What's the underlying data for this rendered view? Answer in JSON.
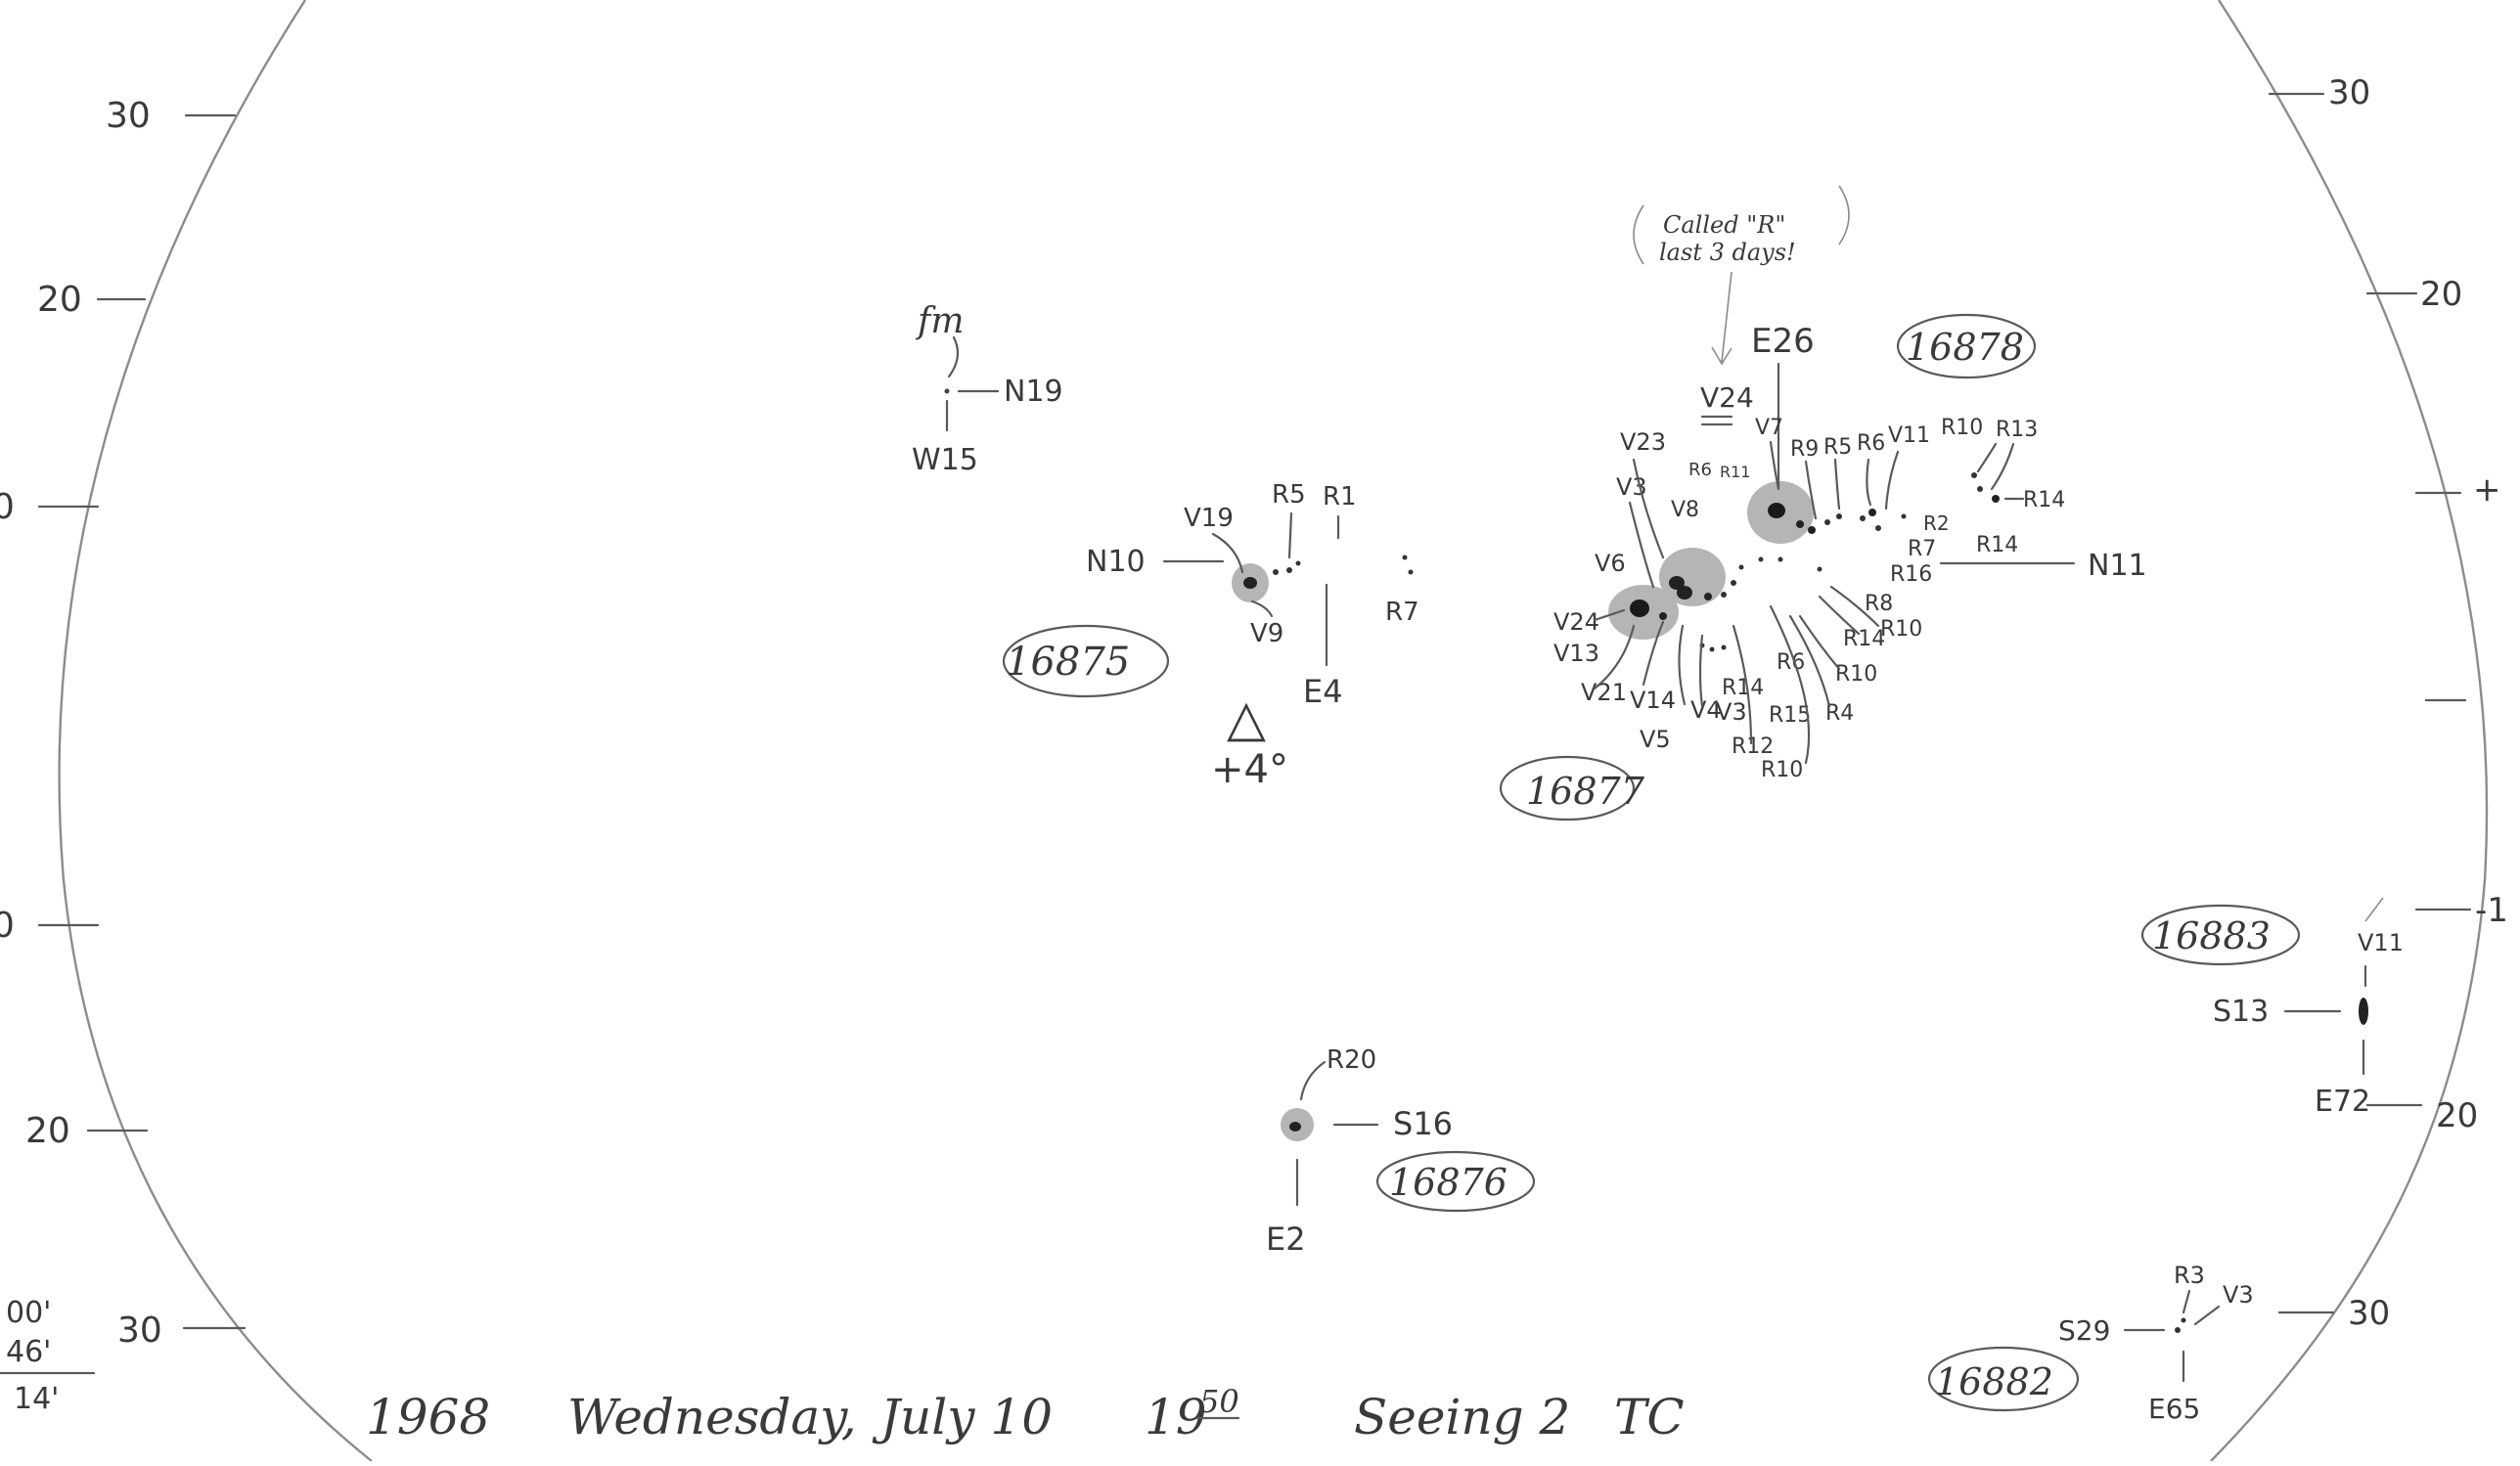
{
  "scale_left": [
    "30",
    "20",
    "0",
    "0",
    "20",
    "30"
  ],
  "scale_right": [
    "30",
    "20",
    "+",
    "-1",
    "20",
    "30"
  ],
  "edge_left": [
    "00'",
    "46'",
    "14'"
  ],
  "footer": {
    "year": "1968",
    "day": "Wednesday,",
    "date": "July 10",
    "time_h": "19",
    "time_m": "50",
    "seeing": "Seeing 2",
    "observer": "TC"
  },
  "regions": [
    {
      "id": "16875",
      "labels": [
        "N10",
        "V19",
        "R5",
        "R1",
        "R7",
        "V9",
        "E4"
      ]
    },
    {
      "id": "16877",
      "labels": [
        "V23",
        "V3",
        "V8",
        "V6",
        "V24",
        "V13",
        "V21",
        "V14",
        "V5",
        "V4",
        "V3",
        "R14",
        "R12",
        "R10",
        "R15",
        "R4",
        "R6",
        "R10",
        "R14",
        "R10",
        "R8",
        "R16",
        "R7",
        "R2"
      ]
    },
    {
      "id": "16878",
      "labels": [
        "E26",
        "V24",
        "V7",
        "R9",
        "R5",
        "R6",
        "V11",
        "R10",
        "R13",
        "R14",
        "R14",
        "N11",
        "R6",
        "R11"
      ]
    },
    {
      "id": "16876",
      "labels": [
        "R20",
        "S16",
        "E2"
      ]
    },
    {
      "id": "16883",
      "labels": [
        "V11",
        "S13",
        "E72"
      ]
    },
    {
      "id": "16882",
      "labels": [
        "R3",
        "V3",
        "S29",
        "E65"
      ]
    }
  ],
  "misc": {
    "fm": "fm",
    "n19": "N19",
    "w15": "W15",
    "delta": "△",
    "delta_value": "+4°",
    "note_line1": "Called \"R\"",
    "note_line2": "last 3 days!"
  }
}
